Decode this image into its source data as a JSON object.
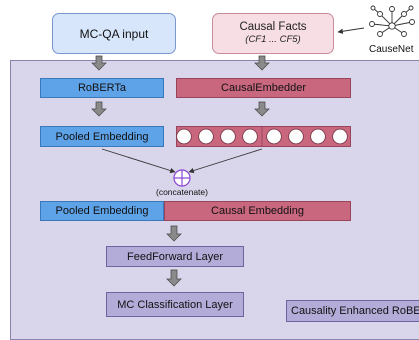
{
  "inputs": {
    "mcqa_label": "MC-QA input",
    "causal_facts_title": "Causal Facts",
    "causal_facts_subtitle": "(CF1 ... CF5)"
  },
  "causenet_label": "CauseNet",
  "encoders": {
    "roberta_label": "RoBERTa",
    "causal_embedder_label": "CausalEmbedder"
  },
  "pooled_embedding_label": "Pooled Embedding",
  "causal_embedding_circles": 8,
  "concat_label": "(concatenate)",
  "combined": {
    "pooled_label": "Pooled Embedding",
    "causal_label": "Causal Embedding"
  },
  "feedforward_label": "FeedForward Layer",
  "classifier_label": "MC Classification Layer",
  "model_title": "Causality Enhanced RoBERTa",
  "colors": {
    "panel_bg": "#d9d5ea",
    "roberta_blue": "#5ea2e8",
    "causal_pink": "#c9677f",
    "layer_lavender": "#b3acd8",
    "concat_purple": "#8b45d6"
  }
}
